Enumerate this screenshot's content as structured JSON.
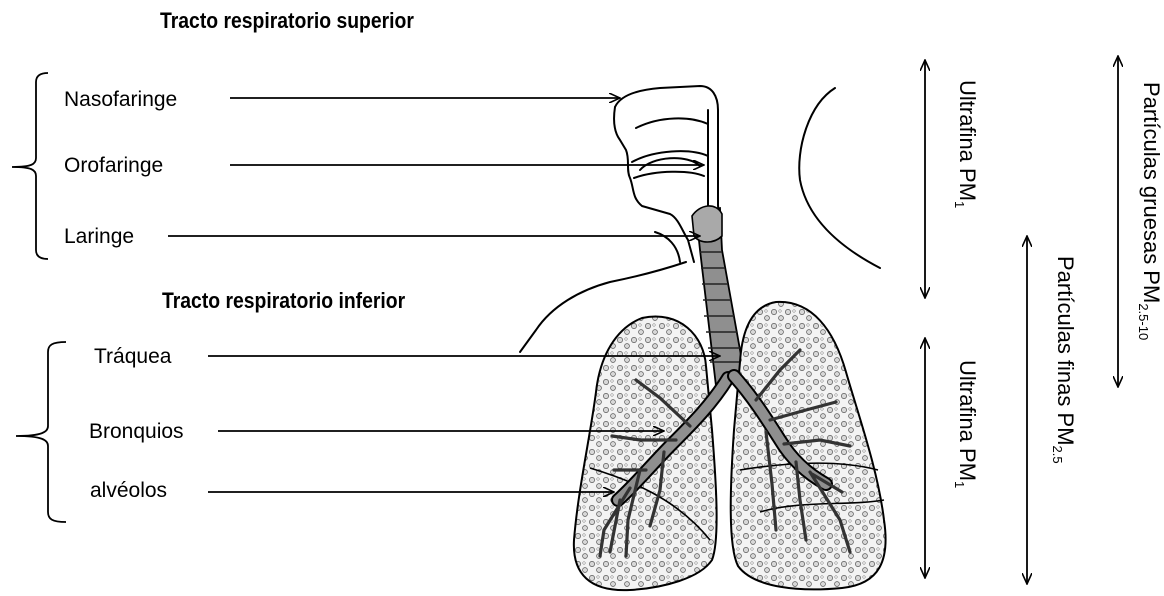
{
  "headers": {
    "upper": "Tracto respiratorio superior",
    "lower": "Tracto respiratorio inferior"
  },
  "labels": {
    "nasofaringe": "Nasofaringe",
    "orofaringe": "Orofaringe",
    "laringe": "Laringe",
    "traquea": "Tráquea",
    "bronquios": "Bronquios",
    "alveolos": "alvéolos"
  },
  "size_ranges": {
    "ultrafine_upper": {
      "text": "Ultrafina PM",
      "sub": "1"
    },
    "ultrafine_lower": {
      "text": "Ultrafina PM",
      "sub": "1"
    },
    "fine": {
      "text": "Partículas finas PM",
      "sub": "2.5"
    },
    "coarse": {
      "text": "Partículas gruesas PM",
      "sub": "2.5-10"
    }
  },
  "colors": {
    "ink": "#000000",
    "airway_fill": "#8f8f8f",
    "lung_fill": "#f3f3f3",
    "alveoli_fill": "#d4d4d4"
  }
}
